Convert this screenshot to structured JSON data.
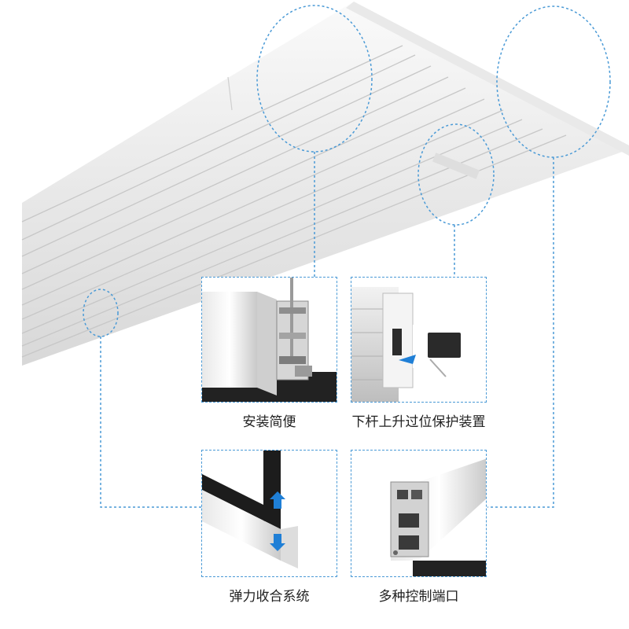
{
  "features": [
    {
      "label": "安装简便"
    },
    {
      "label": "下杆上升过位保护装置"
    },
    {
      "label": "弹力收合系统"
    },
    {
      "label": "多种控制端口"
    }
  ],
  "colors": {
    "callout_line": "#4a9ad6",
    "housing_white": "#f3f3f3",
    "screen_black": "#1c1c1c",
    "arrow_blue": "#1f7fd6"
  }
}
